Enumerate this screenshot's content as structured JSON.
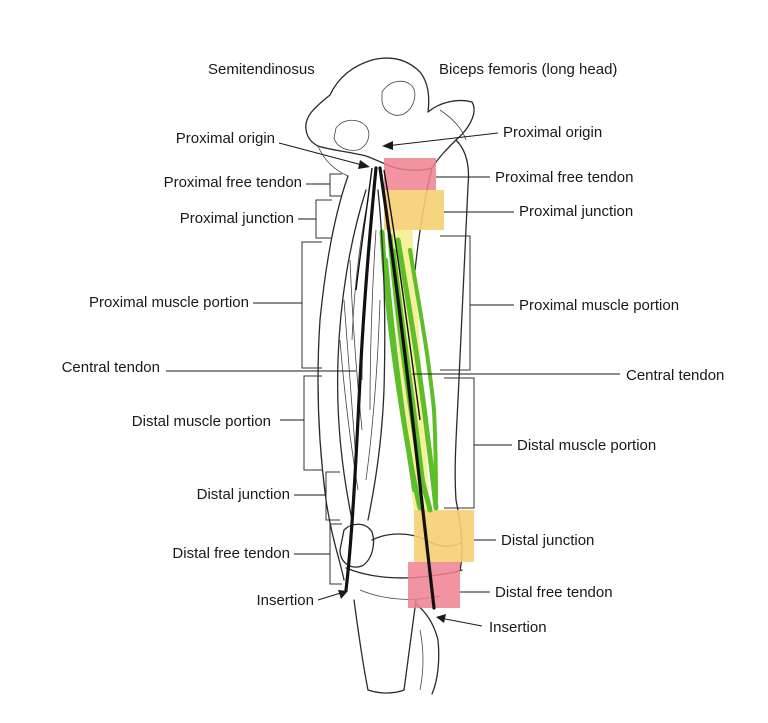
{
  "header": {
    "left_muscle": "Semitendinosus",
    "right_muscle": "Biceps femoris (long head)"
  },
  "left_labels": {
    "proximal_origin": "Proximal origin",
    "proximal_free_tendon": "Proximal free tendon",
    "proximal_junction": "Proximal junction",
    "proximal_muscle_portion": "Proximal muscle portion",
    "central_tendon": "Central tendon",
    "distal_muscle_portion": "Distal muscle portion",
    "distal_junction": "Distal junction",
    "distal_free_tendon": "Distal free tendon",
    "insertion": "Insertion"
  },
  "right_labels": {
    "proximal_origin": "Proximal origin",
    "proximal_free_tendon": "Proximal free tendon",
    "proximal_junction": "Proximal junction",
    "proximal_muscle_portion": "Proximal muscle portion",
    "central_tendon": "Central tendon",
    "distal_muscle_portion": "Distal muscle portion",
    "distal_junction": "Distal junction",
    "distal_free_tendon": "Distal free tendon",
    "insertion": "Insertion"
  },
  "colors": {
    "free_tendon_region": "#f08090",
    "junction_region": "#f5cf72",
    "central_tendon_region": "#f6ee96",
    "muscle_fibers": "#5cbf2a"
  }
}
